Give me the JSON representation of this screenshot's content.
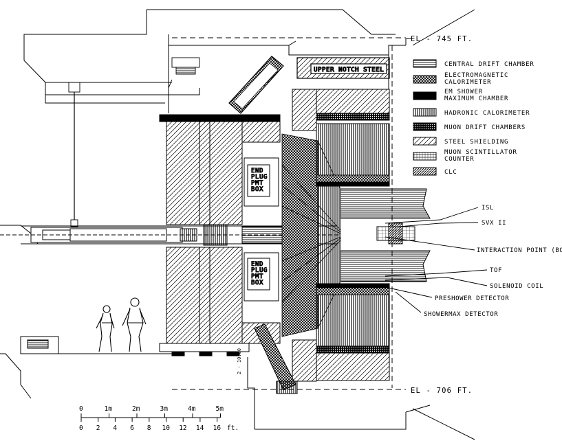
{
  "elevations": {
    "top": "EL - 745 FT.",
    "bottom": "EL - 706 FT."
  },
  "inline_labels": {
    "upper_notch_steel": "UPPER NOTCH STEEL",
    "end_plug_upper": [
      "END",
      "PLUG",
      "PMT",
      "BOX"
    ],
    "end_plug_lower": [
      "END",
      "PLUG",
      "PMT",
      "BOX"
    ]
  },
  "legend": [
    {
      "id": "central-drift-chamber",
      "lines": [
        "CENTRAL DRIFT CHAMBER"
      ],
      "pattern": "hlines"
    },
    {
      "id": "em-calorimeter",
      "lines": [
        "ELECTROMAGNETIC",
        "CALORIMETER"
      ],
      "pattern": "crosshatch"
    },
    {
      "id": "em-shower-max",
      "lines": [
        "EM SHOWER",
        "MAXIMUM CHAMBER"
      ],
      "pattern": "solid"
    },
    {
      "id": "hadronic-calorimeter",
      "lines": [
        "HADRONIC CALORIMETER"
      ],
      "pattern": "vlines"
    },
    {
      "id": "muon-drift-chambers",
      "lines": [
        "MUON DRIFT CHAMBERS"
      ],
      "pattern": "dots"
    },
    {
      "id": "steel-shielding",
      "lines": [
        "STEEL SHIELDING"
      ],
      "pattern": "diag"
    },
    {
      "id": "muon-scintillator",
      "lines": [
        "MUON SCINTILLATOR",
        "COUNTER"
      ],
      "pattern": "hvlines"
    },
    {
      "id": "clc",
      "lines": [
        "CLC"
      ],
      "pattern": "diagdense"
    }
  ],
  "callouts": [
    {
      "id": "isl",
      "text": "ISL"
    },
    {
      "id": "svx",
      "text": "SVX II"
    },
    {
      "id": "interaction-point",
      "text": "INTERACTION POINT (BO)"
    },
    {
      "id": "tof",
      "text": "TOF"
    },
    {
      "id": "solenoid",
      "text": "SOLENOID COIL"
    },
    {
      "id": "preshower",
      "text": "PRESHOWER DETECTOR"
    },
    {
      "id": "showermax",
      "text": "SHOWERMAX DETECTOR"
    }
  ],
  "scale": {
    "meters": [
      "0",
      "1m",
      "2m",
      "3m",
      "4m",
      "5m"
    ],
    "feet": [
      "0",
      "2",
      "4",
      "6",
      "8",
      "10",
      "12",
      "14",
      "16"
    ],
    "feet_unit": "ft."
  },
  "dimension_label": "2 - 10.00"
}
